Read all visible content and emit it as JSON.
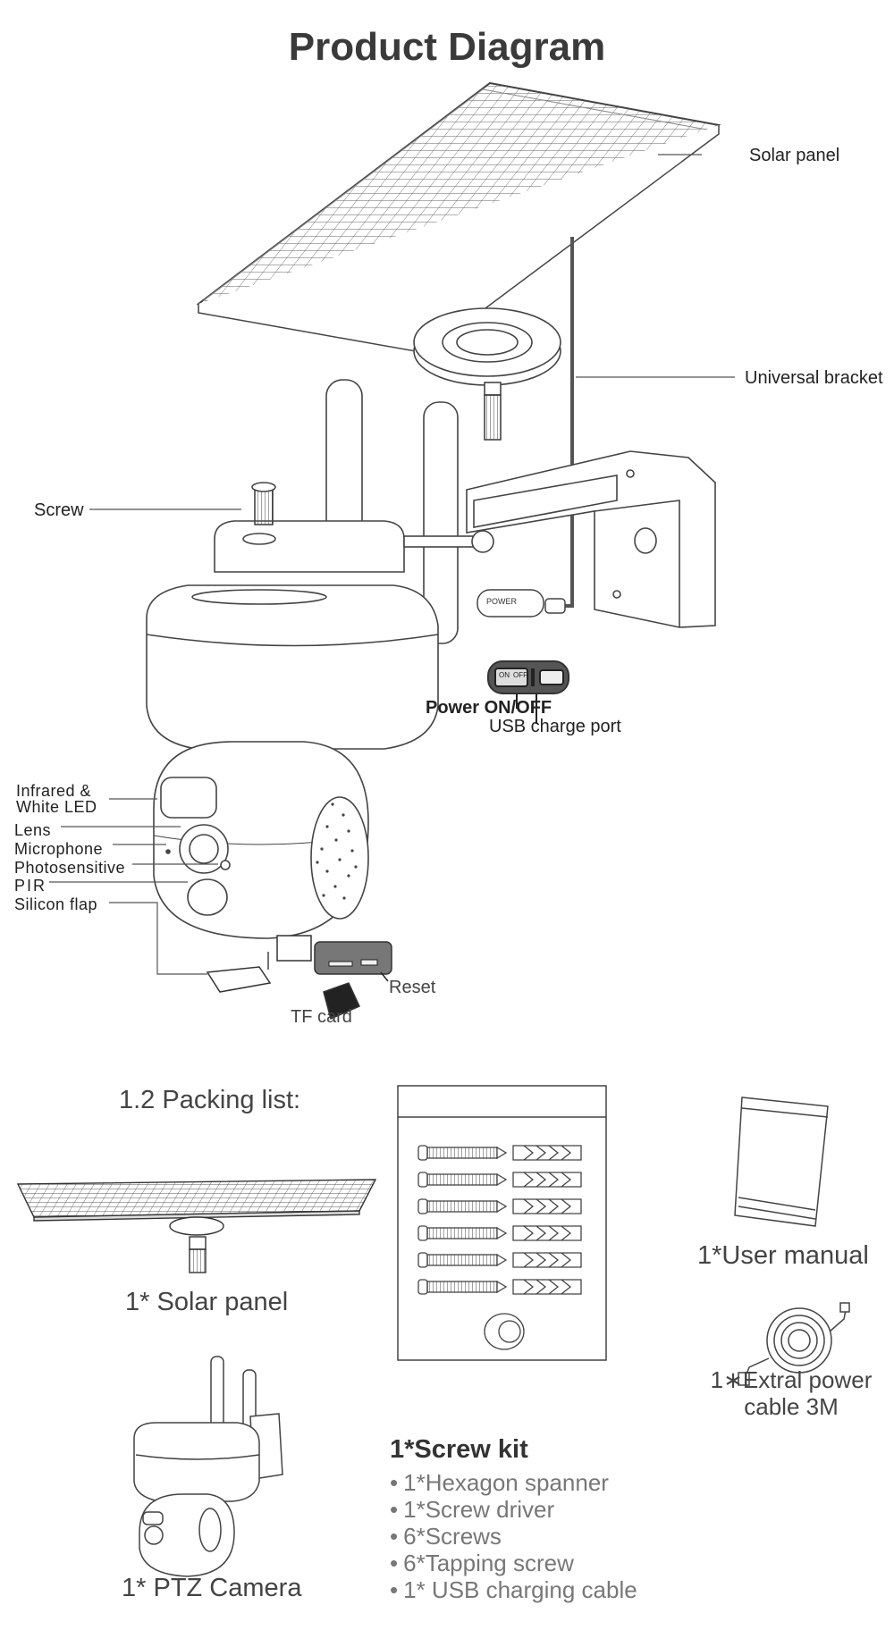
{
  "title": "Product Diagram",
  "diagram_labels": {
    "solar_panel": "Solar panel",
    "universal_bracket": "Universal bracket",
    "screw": "Screw",
    "power_switch": "Power ON/OFF",
    "usb_port": "USB charge port",
    "ir_led_line1": "Infrared &",
    "ir_led_line2": "White LED",
    "lens": "Lens",
    "microphone": "Microphone",
    "photosensitive": "Photosensitive",
    "pir": "PIR",
    "silicon_flap": "Silicon flap",
    "reset": "Reset",
    "tf_card": "TF card",
    "power_plate": "POWER",
    "switch_on": "ON",
    "switch_off": "OFF"
  },
  "packing": {
    "heading": "1.2 Packing list:",
    "solar_panel": "1* Solar panel",
    "user_manual": "1*User manual",
    "power_cable_line1": "1∗Extral power",
    "power_cable_line2": "cable 3M",
    "ptz_camera": "1* PTZ Camera",
    "screw_kit_title": "1*Screw kit",
    "screw_kit_items": [
      "1*Hexagon spanner",
      "1*Screw driver",
      "6*Screws",
      "6*Tapping screw",
      "1* USB charging cable"
    ]
  },
  "colors": {
    "line": "#555555",
    "dark": "#333333",
    "text": "#222222"
  }
}
